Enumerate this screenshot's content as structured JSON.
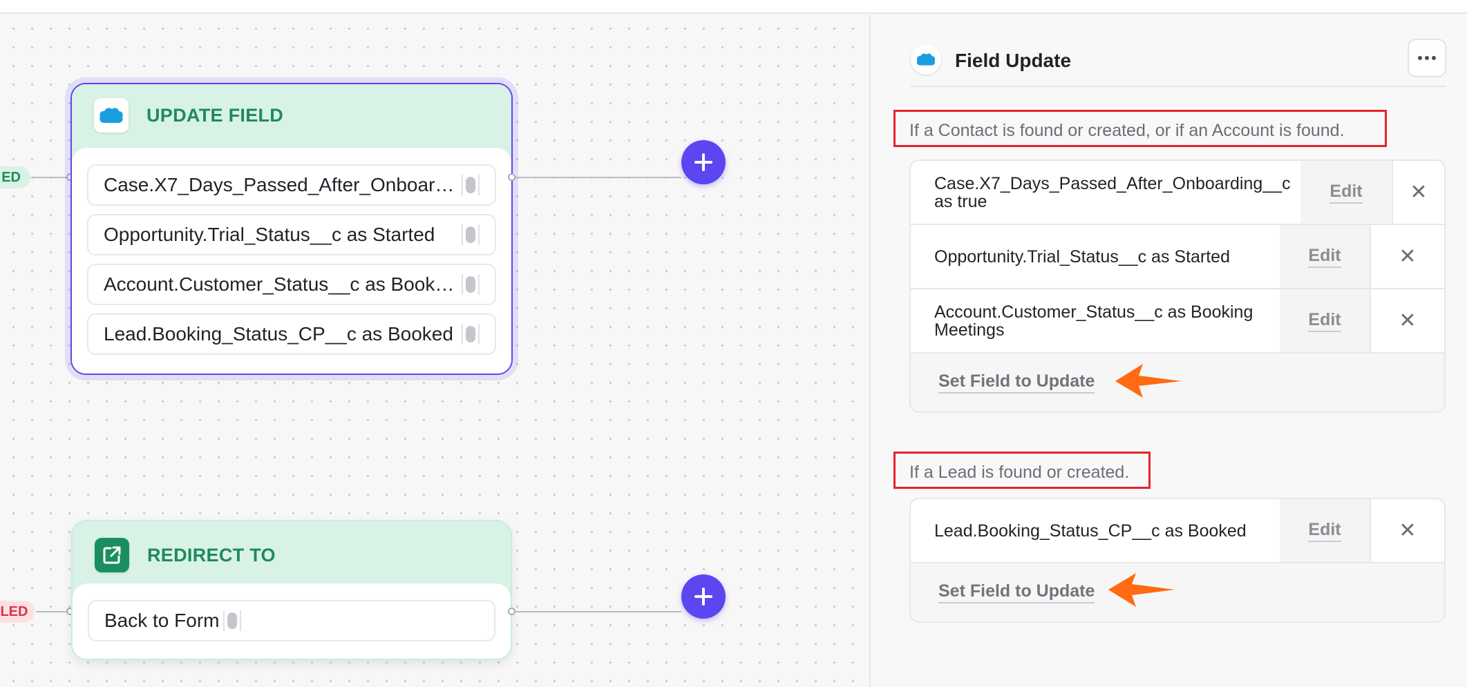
{
  "canvas": {
    "pill_top": "ED",
    "pill_bottom": "ULED",
    "update_node": {
      "title": "UPDATE FIELD",
      "items": [
        "Case.X7_Days_Passed_After_Onboarding__c as true",
        "Opportunity.Trial_Status__c as Started",
        "Account.Customer_Status__c as Booking Meetings",
        "Lead.Booking_Status_CP__c as Booked"
      ]
    },
    "redirect_node": {
      "title": "REDIRECT TO",
      "items": [
        "Back to Form"
      ]
    }
  },
  "panel": {
    "title": "Field Update",
    "groups": [
      {
        "condition": "If a Contact is found or created, or if an Account is found.",
        "rows": [
          {
            "text": "Case.X7_Days_Passed_After_Onboarding__c as true",
            "edit": "Edit"
          },
          {
            "text": "Opportunity.Trial_Status__c as Started",
            "edit": "Edit"
          },
          {
            "text": "Account.Customer_Status__c as Booking Meetings",
            "edit": "Edit"
          }
        ],
        "set_field": "Set Field to Update"
      },
      {
        "condition": "If a Lead is found or created.",
        "rows": [
          {
            "text": "Lead.Booking_Status_CP__c as Booked",
            "edit": "Edit"
          }
        ],
        "set_field": "Set Field to Update"
      }
    ]
  },
  "colors": {
    "accent": "#5b46f0",
    "node_header": "#d8f2e6",
    "node_title": "#1e8a5a",
    "annotation_box": "#e3242b",
    "annotation_arrow": "#ff6a13",
    "salesforce": "#1b9ee0"
  },
  "icons": {
    "salesforce": "salesforce-cloud-icon",
    "redirect": "external-link-icon",
    "add": "plus-icon",
    "more": "more-horizontal-icon",
    "remove": "close-icon"
  }
}
